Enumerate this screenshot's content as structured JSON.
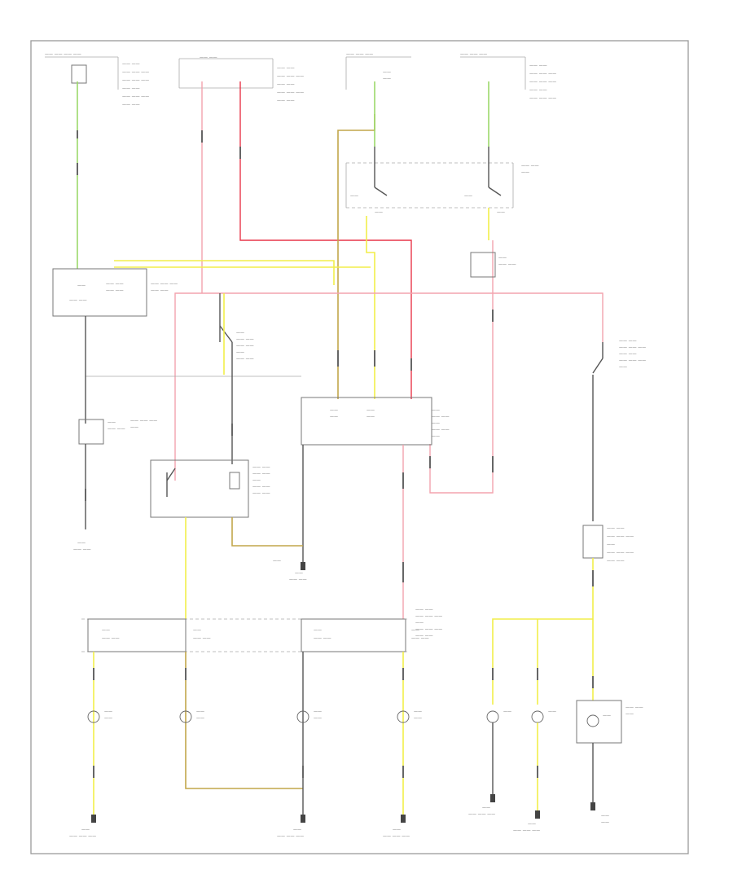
{
  "diagram": {
    "footer_code": "",
    "wire_colors": {
      "red": "#e8374a",
      "pink": "#f3a3ad",
      "yellow": "#f2ee4a",
      "green": "#9cd96a",
      "tan": "#c2a64a"
    },
    "components": [
      {
        "id": "fuse-top-1",
        "label": ""
      },
      {
        "id": "fuse-top-2",
        "label": ""
      },
      {
        "id": "fuse-top-3",
        "label": ""
      },
      {
        "id": "fuse-top-4",
        "label": ""
      },
      {
        "id": "light-switch",
        "label": ""
      },
      {
        "id": "combination-switch",
        "label": ""
      },
      {
        "id": "hazard-relay",
        "label": ""
      },
      {
        "id": "turn-signal-unit",
        "label": ""
      },
      {
        "id": "fuse-block-bottom",
        "label": ""
      },
      {
        "id": "brake-switch",
        "label": ""
      }
    ],
    "grounds": [
      "",
      "",
      "",
      "",
      "",
      "",
      ""
    ]
  }
}
